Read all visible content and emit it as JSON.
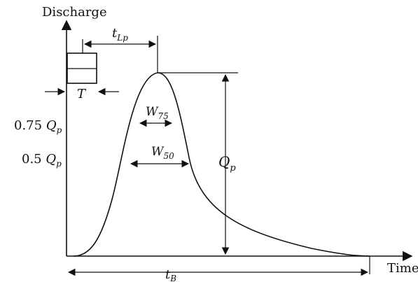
{
  "axes": {
    "y_label": "Discharge",
    "x_label": "Time"
  },
  "labels": {
    "rainfall_duration": "T",
    "lag_time_main": "t",
    "lag_time_sub": "Lp",
    "q75_prefix": "0.75 ",
    "q75_main": "Q",
    "q75_sub": "p",
    "q50_prefix": "0.5 ",
    "q50_main": "Q",
    "q50_sub": "p",
    "w75_main": "W",
    "w75_sub": "75",
    "w50_main": "W",
    "w50_sub": "50",
    "peak_main": "Q",
    "peak_sub": "p",
    "base_main": "t",
    "base_sub": "B"
  },
  "colors": {
    "ink": "#111111",
    "background": "#ffffff"
  }
}
